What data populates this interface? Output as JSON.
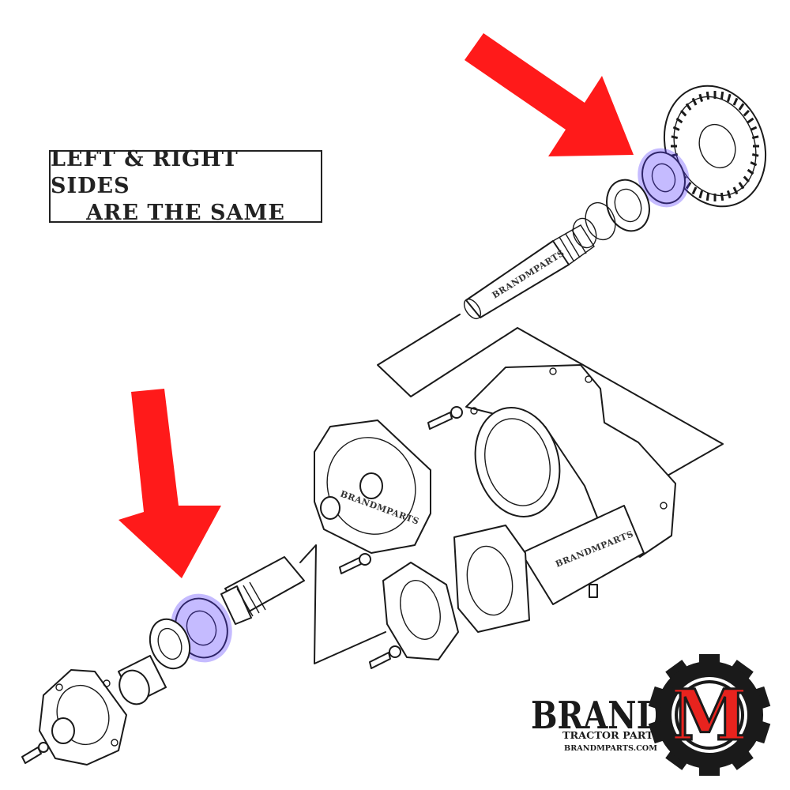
{
  "note": {
    "line1": "LEFT & RIGHT SIDES",
    "line2": "ARE THE SAME"
  },
  "watermark": "BRANDMPARTS",
  "logo": {
    "brand": "BRAND",
    "letter": "M",
    "tagline": "TRACTOR PARTS",
    "url": "BRANDMPARTS.COM"
  },
  "colors": {
    "arrow": "#ff1a1a",
    "highlight": "#5a3cff",
    "logo_red": "#e8231e",
    "ink": "#1a1a1a"
  },
  "icons": [
    "red-arrow-icon",
    "gear-logo-icon"
  ]
}
